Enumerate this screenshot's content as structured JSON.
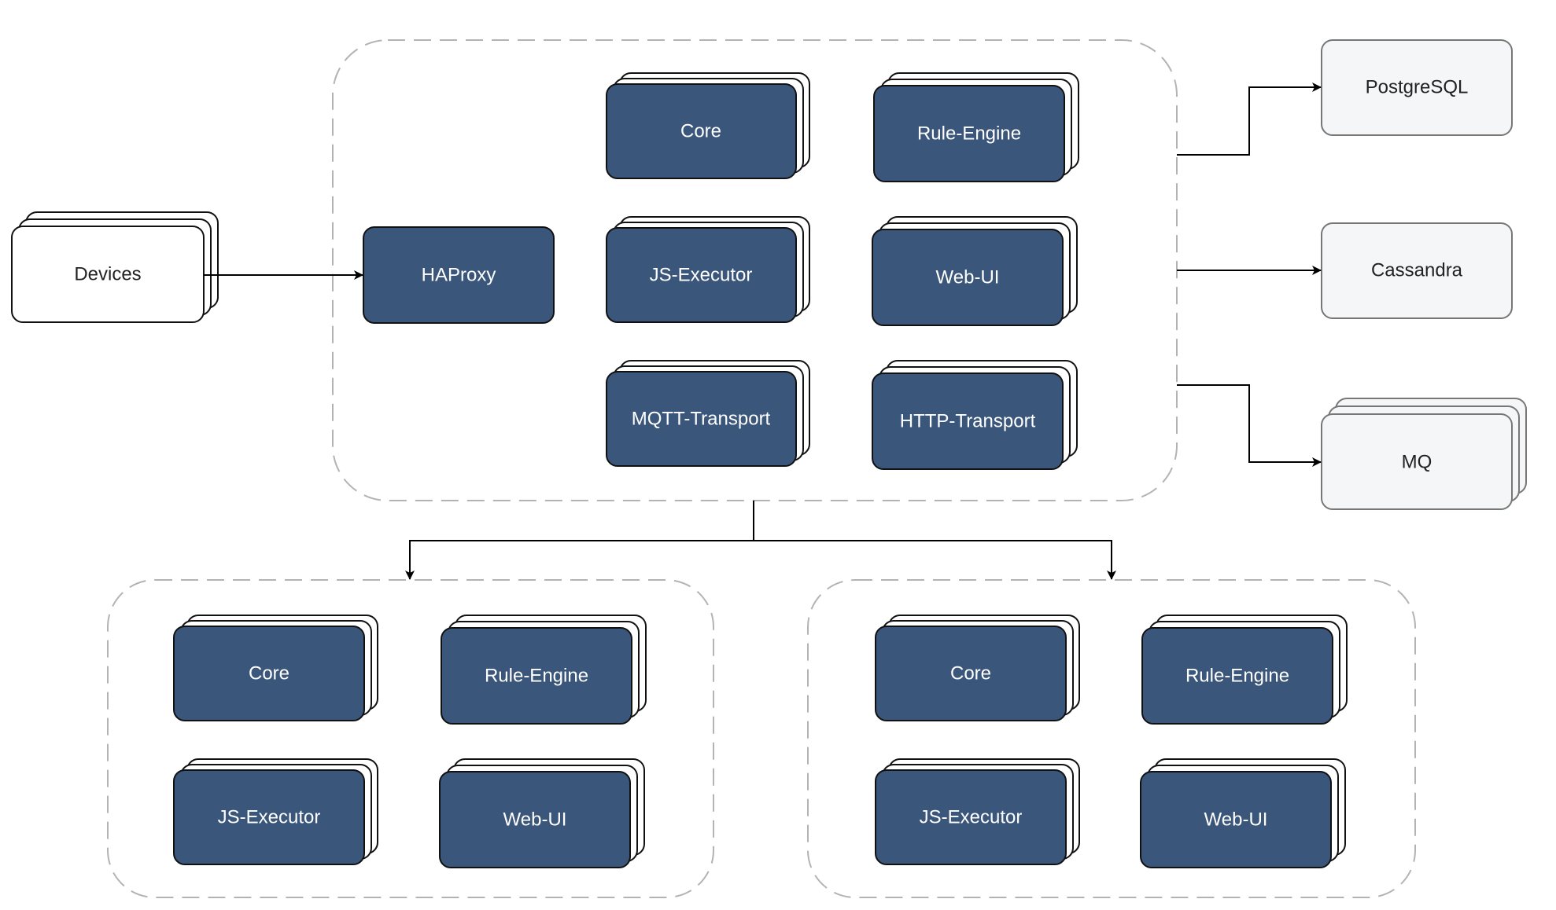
{
  "devices": {
    "label": "Devices"
  },
  "main_cluster": {
    "haproxy": "HAProxy",
    "services": [
      "Core",
      "Rule-Engine",
      "JS-Executor",
      "Web-UI",
      "MQTT-Transport",
      "HTTP-Transport"
    ]
  },
  "datastores": {
    "postgres": "PostgreSQL",
    "cassandra": "Cassandra",
    "mq": "MQ"
  },
  "cluster_left": {
    "services": [
      "Core",
      "Rule-Engine",
      "JS-Executor",
      "Web-UI"
    ]
  },
  "cluster_right": {
    "services": [
      "Core",
      "Rule-Engine",
      "JS-Executor",
      "Web-UI"
    ]
  },
  "colors": {
    "service_fill": "#3b567b",
    "datastore_fill": "#f5f6f7",
    "group_border": "#b3b3b3"
  }
}
